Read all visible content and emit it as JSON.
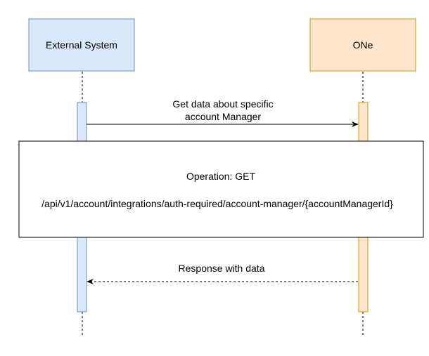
{
  "participants": [
    {
      "label": "External System",
      "fill": "#dae8fc",
      "stroke": "#6c8ebf"
    },
    {
      "label": "ONe",
      "fill": "#ffe6cc",
      "stroke": "#d79b00"
    }
  ],
  "request": {
    "line1": "Get data about specific",
    "line2": "account Manager"
  },
  "operation": {
    "method": "Operation: GET",
    "path": "/api/v1/account/integrations/auth-required/account-manager/{accountManagerId}"
  },
  "response": {
    "label": "Response with data"
  },
  "colors": {
    "ink": "#000000",
    "background": "#ffffff"
  }
}
